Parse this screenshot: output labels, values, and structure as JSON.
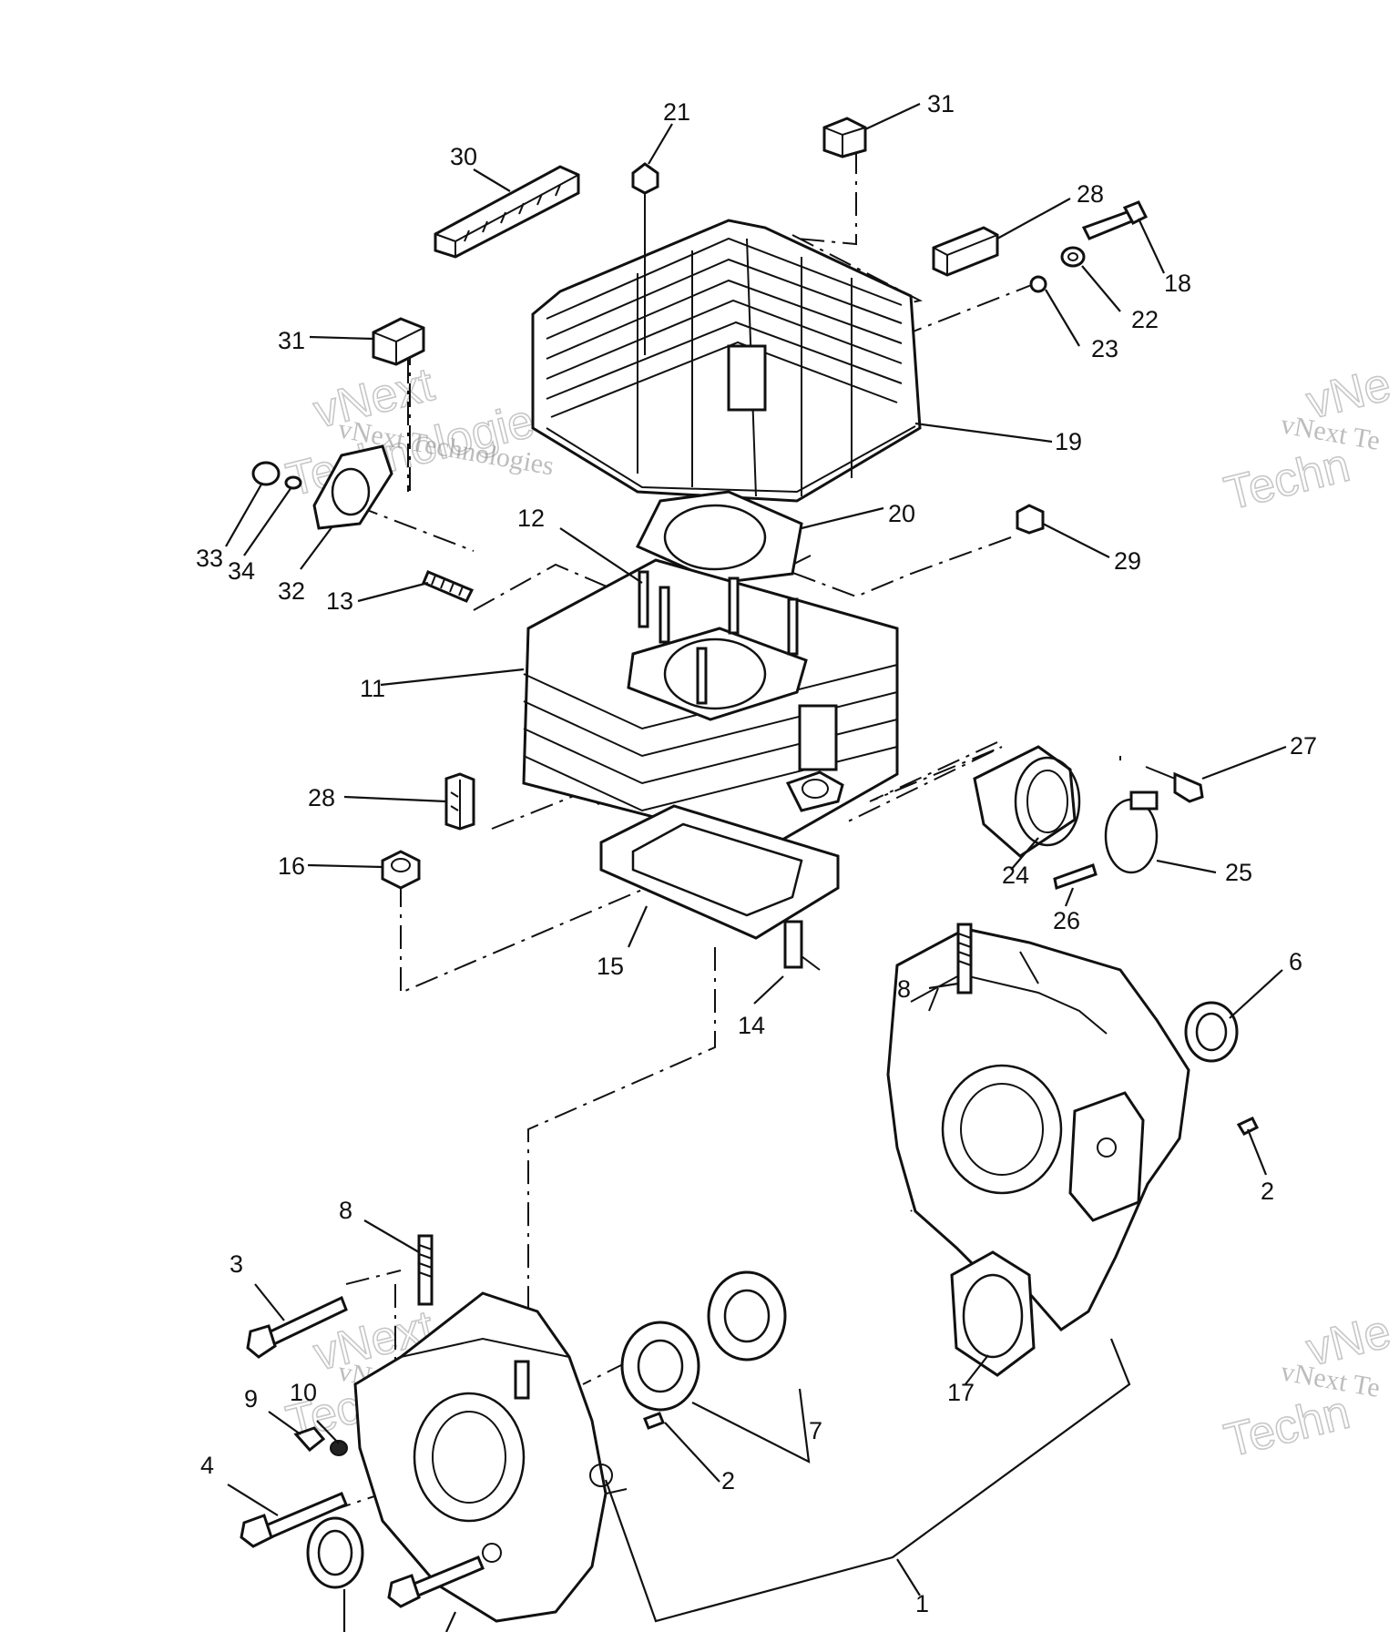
{
  "callouts": [
    {
      "id": "21",
      "label": "21"
    },
    {
      "id": "31a",
      "label": "31"
    },
    {
      "id": "30",
      "label": "30"
    },
    {
      "id": "28a",
      "label": "28"
    },
    {
      "id": "18",
      "label": "18"
    },
    {
      "id": "22",
      "label": "22"
    },
    {
      "id": "23",
      "label": "23"
    },
    {
      "id": "31b",
      "label": "31"
    },
    {
      "id": "19",
      "label": "19"
    },
    {
      "id": "20",
      "label": "20"
    },
    {
      "id": "12",
      "label": "12"
    },
    {
      "id": "33",
      "label": "33"
    },
    {
      "id": "34",
      "label": "34"
    },
    {
      "id": "32",
      "label": "32"
    },
    {
      "id": "13",
      "label": "13"
    },
    {
      "id": "29",
      "label": "29"
    },
    {
      "id": "11",
      "label": "11"
    },
    {
      "id": "27",
      "label": "27"
    },
    {
      "id": "28b",
      "label": "28"
    },
    {
      "id": "24",
      "label": "24"
    },
    {
      "id": "25",
      "label": "25"
    },
    {
      "id": "16",
      "label": "16"
    },
    {
      "id": "26",
      "label": "26"
    },
    {
      "id": "15",
      "label": "15"
    },
    {
      "id": "14",
      "label": "14"
    },
    {
      "id": "8a",
      "label": "8"
    },
    {
      "id": "6",
      "label": "6"
    },
    {
      "id": "2a",
      "label": "2"
    },
    {
      "id": "8b",
      "label": "8"
    },
    {
      "id": "3",
      "label": "3"
    },
    {
      "id": "17",
      "label": "17"
    },
    {
      "id": "9",
      "label": "9"
    },
    {
      "id": "10",
      "label": "10"
    },
    {
      "id": "7",
      "label": "7"
    },
    {
      "id": "4",
      "label": "4"
    },
    {
      "id": "2b",
      "label": "2"
    },
    {
      "id": "1",
      "label": "1"
    }
  ],
  "watermarks": {
    "small": "vNext Technologies",
    "small_right": "vNext Te",
    "big_top": "vNext",
    "big_bottom": "Technologies",
    "big_right_top": "vNe",
    "big_right_bottom": "Techn"
  }
}
